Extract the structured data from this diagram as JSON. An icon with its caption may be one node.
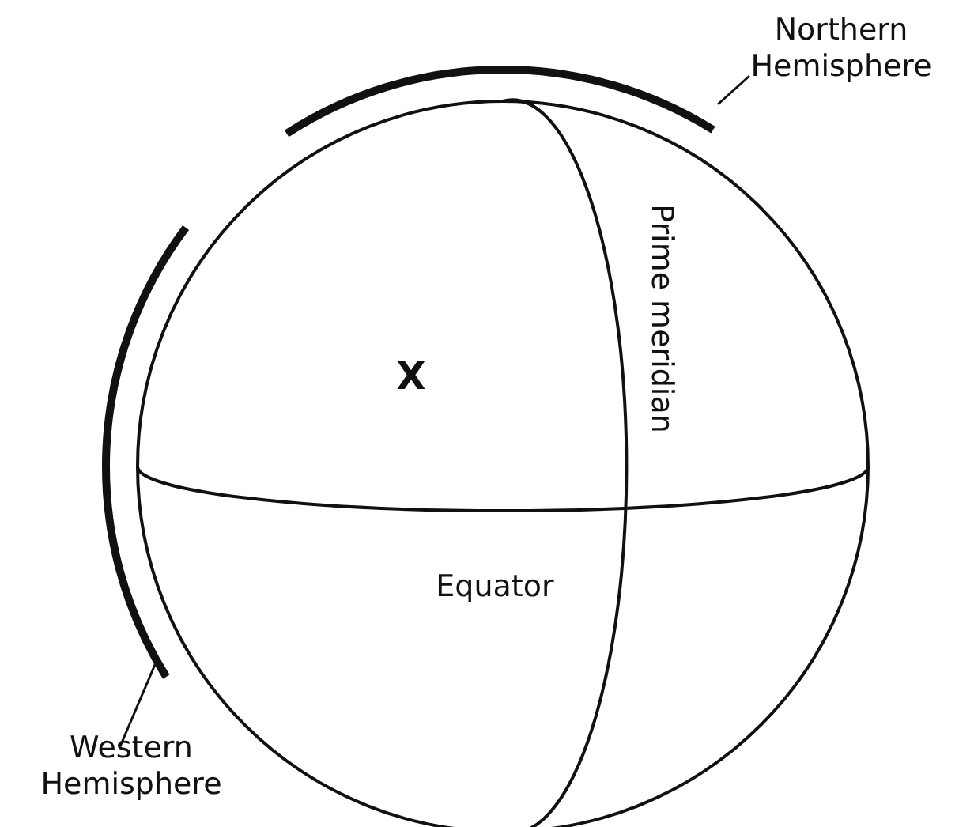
{
  "diagram": {
    "nodes": [
      {
        "text": [
          "Northern Hemisphere"
        ]
      },
      {
        "text": [],
        "shape": "arc"
      },
      {
        "text": [
          "Western Hemisphere"
        ]
      },
      {
        "text": [],
        "shape": "arc"
      }
    ],
    "edges": [
      {
        "from": 0,
        "to": 1,
        "arrow": "none"
      },
      {
        "from": 2,
        "to": 3,
        "arrow": "none"
      }
    ],
    "labels": [
      "Prime meridian",
      "Equator",
      "X"
    ]
  }
}
